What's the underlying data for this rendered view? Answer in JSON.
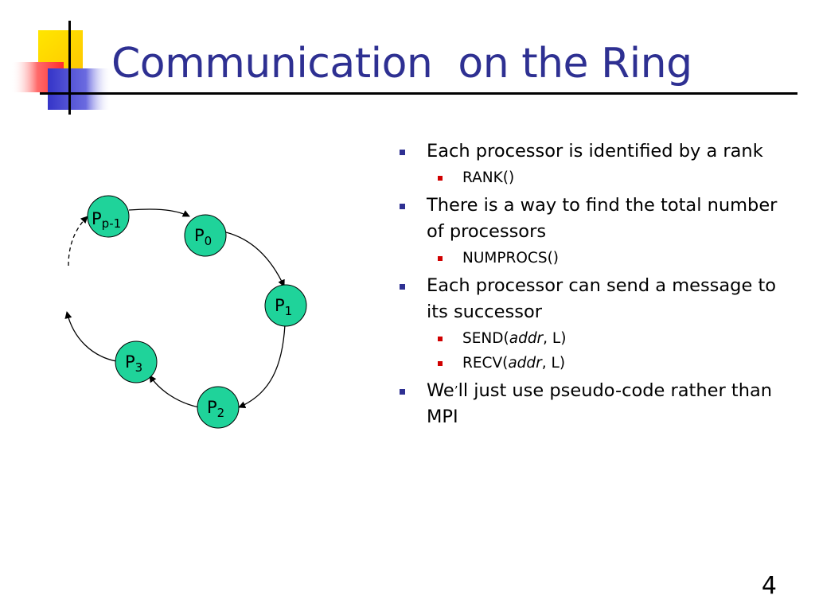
{
  "title": "Communication  on the Ring",
  "diagram": {
    "nodes": [
      {
        "id": "pp-1",
        "base": "P",
        "sub": "p-1"
      },
      {
        "id": "p0",
        "base": "P",
        "sub": "0"
      },
      {
        "id": "p1",
        "base": "P",
        "sub": "1"
      },
      {
        "id": "p2",
        "base": "P",
        "sub": "2"
      },
      {
        "id": "p3",
        "base": "P",
        "sub": "3"
      }
    ],
    "node_color": "#1fd39a"
  },
  "bullets": {
    "b1": "Each processor is identified by a rank",
    "b1s1": "RANK()",
    "b2": "There is a way to find the total number of processors",
    "b2s1": "NUMPROCS()",
    "b3": "Each processor can send a message to its successor",
    "b3s1": {
      "pre": "SEND(",
      "em": "addr",
      "post": ", L)"
    },
    "b3s2": {
      "pre": "RECV(",
      "em": "addr",
      "post": ", L)"
    },
    "b4": {
      "pre": "We",
      "apos": "’",
      "post": "ll just use pseudo-code rather than MPI"
    }
  },
  "colors": {
    "title": "#2e3092",
    "bullet_l1": "#2e3092",
    "bullet_l2": "#d00000"
  },
  "page_number": "4"
}
